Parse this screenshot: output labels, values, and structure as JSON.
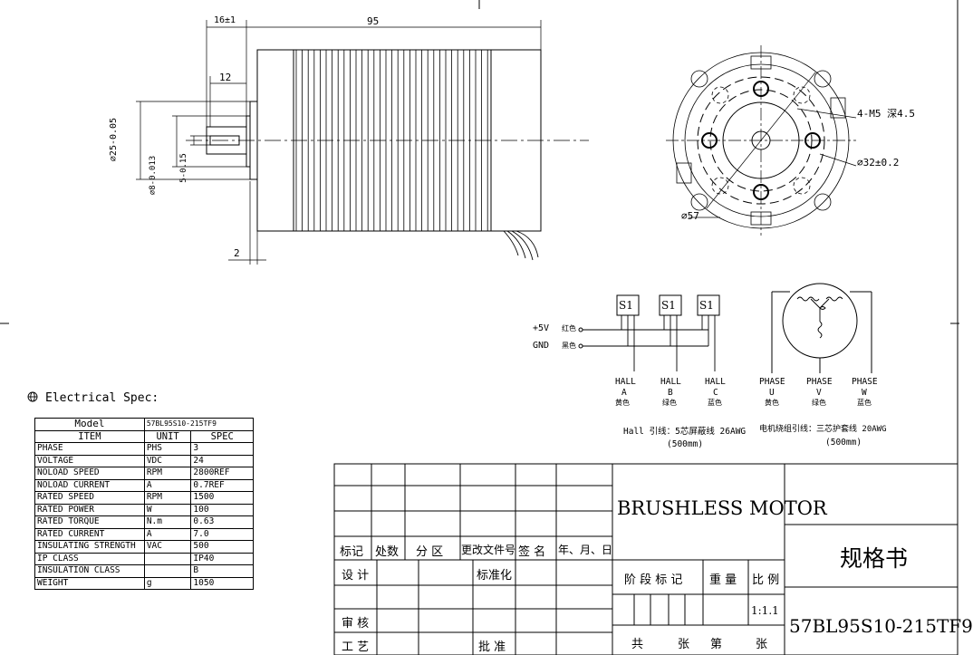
{
  "dimensions": {
    "overall_length": "95",
    "shaft_length": "16±1",
    "boss_length": "12",
    "flange_thickness": "2",
    "boss_diameter": "⌀25-0.05",
    "shaft_diameter": "⌀8-0.013",
    "flat_depth": "5-0.15",
    "mount_holes": "4-M5 深4.5",
    "bolt_circle": "⌀32±0.2",
    "body_diameter": "⌀57"
  },
  "wiring": {
    "sensor_label": "S1",
    "power_plus": "+5V",
    "power_plus_color": "红色",
    "power_gnd": "GND",
    "power_gnd_color": "黑色",
    "hall_word": "HALL",
    "phase_word": "PHASE",
    "hall": [
      {
        "letter": "A",
        "color": "黄色"
      },
      {
        "letter": "B",
        "color": "绿色"
      },
      {
        "letter": "C",
        "color": "蓝色"
      }
    ],
    "phase": [
      {
        "letter": "U",
        "color": "黄色"
      },
      {
        "letter": "V",
        "color": "绿色"
      },
      {
        "letter": "W",
        "color": "蓝色"
      }
    ],
    "hall_note": "Hall 引线：5芯屏蔽线 26AWG",
    "hall_note_len": "(500mm)",
    "phase_note": "电机绕组引线：三芯护套线 20AWG",
    "phase_note_len": "(500mm)"
  },
  "spec": {
    "heading": "Electrical Spec:",
    "model_label": "Model",
    "model_value": "57BL95S10-215TF9",
    "col_item": "ITEM",
    "col_unit": "UNIT",
    "col_spec": "SPEC",
    "rows": [
      {
        "item": "PHASE",
        "unit": "PHS",
        "spec": "3"
      },
      {
        "item": "VOLTAGE",
        "unit": "VDC",
        "spec": "24"
      },
      {
        "item": "NOLOAD SPEED",
        "unit": "RPM",
        "spec": "2800REF"
      },
      {
        "item": "NOLOAD CURRENT",
        "unit": "A",
        "spec": "0.7REF"
      },
      {
        "item": "RATED SPEED",
        "unit": "RPM",
        "spec": "1500"
      },
      {
        "item": "RATED POWER",
        "unit": "W",
        "spec": "100"
      },
      {
        "item": "RATED TORQUE",
        "unit": "N.m",
        "spec": "0.63"
      },
      {
        "item": "RATED CURRENT",
        "unit": "A",
        "spec": "7.0"
      },
      {
        "item": "INSULATING STRENGTH",
        "unit": "VAC",
        "spec": "500"
      },
      {
        "item": "IP CLASS",
        "unit": "",
        "spec": "IP40"
      },
      {
        "item": "INSULATION CLASS",
        "unit": "",
        "spec": "B"
      },
      {
        "item": "WEIGHT",
        "unit": "g",
        "spec": "1050"
      }
    ]
  },
  "title_block": {
    "product": "BRUSHLESS MOTOR",
    "doc_type": "规格书",
    "part_no": "57BL95S10-215TF9",
    "mark": "标记",
    "count": "处数",
    "zone": "分 区",
    "change_doc": "更改文件号",
    "sign": "签 名",
    "date": "年、月、日",
    "design": "设 计",
    "standardize": "标准化",
    "stage_mark": "阶 段 标 记",
    "weight": "重 量",
    "scale": "比 例",
    "scale_value": "1:1.1",
    "review": "审 核",
    "process": "工 艺",
    "approve": "批 准",
    "total": "共",
    "sheet": "张",
    "no": "第",
    "sheet2": "张"
  }
}
